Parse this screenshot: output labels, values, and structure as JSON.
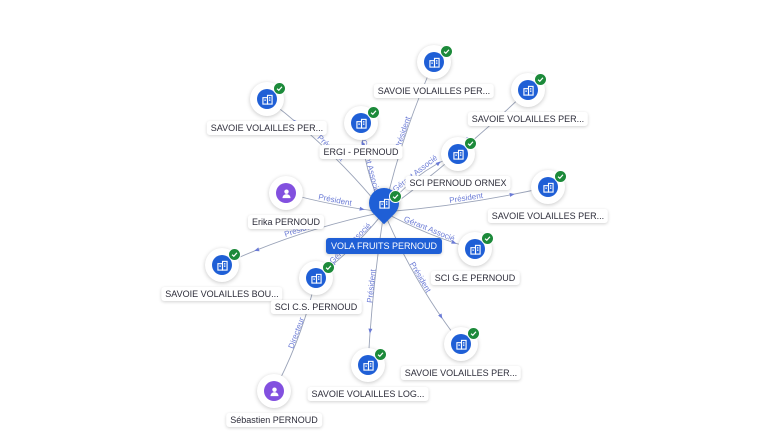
{
  "nodes": [
    {
      "id": "center",
      "type": "company",
      "label": "VOLA FRUITS PERNOUD",
      "verified": true,
      "main": true,
      "icon": "building-icon"
    },
    {
      "id": "n1",
      "type": "company",
      "label": "SAVOIE VOLAILLES PER...",
      "verified": true,
      "icon": "building-icon"
    },
    {
      "id": "n2",
      "type": "company",
      "label": "SAVOIE VOLAILLES PER...",
      "verified": true,
      "icon": "building-icon"
    },
    {
      "id": "n3",
      "type": "company",
      "label": "SAVOIE VOLAILLES PER...",
      "verified": true,
      "icon": "building-icon"
    },
    {
      "id": "n4",
      "type": "company",
      "label": "ERGI - PERNOUD",
      "verified": true,
      "icon": "building-icon"
    },
    {
      "id": "n5",
      "type": "company",
      "label": "SCI PERNOUD ORNEX",
      "verified": true,
      "icon": "building-icon"
    },
    {
      "id": "n6",
      "type": "company",
      "label": "SAVOIE VOLAILLES PER...",
      "verified": true,
      "icon": "building-icon"
    },
    {
      "id": "n7",
      "type": "person",
      "label": "Erika PERNOUD",
      "verified": false,
      "icon": "person-icon"
    },
    {
      "id": "n8",
      "type": "company",
      "label": "SCI G.E PERNOUD",
      "verified": true,
      "icon": "building-icon"
    },
    {
      "id": "n9",
      "type": "company",
      "label": "SAVOIE VOLAILLES BOU...",
      "verified": true,
      "icon": "building-icon"
    },
    {
      "id": "n10",
      "type": "company",
      "label": "SCI C.S. PERNOUD",
      "verified": true,
      "icon": "building-icon"
    },
    {
      "id": "n11",
      "type": "company",
      "label": "SAVOIE VOLAILLES PER...",
      "verified": true,
      "icon": "building-icon"
    },
    {
      "id": "n12",
      "type": "company",
      "label": "SAVOIE VOLAILLES LOG...",
      "verified": true,
      "icon": "building-icon"
    },
    {
      "id": "n13",
      "type": "person",
      "label": "Sébastien PERNOUD",
      "verified": false,
      "icon": "person-icon"
    }
  ],
  "edges": [
    {
      "from": "center",
      "to": "n1",
      "label": "Président"
    },
    {
      "from": "center",
      "to": "n2",
      "label": "Président"
    },
    {
      "from": "center",
      "to": "n3",
      "label": "Président"
    },
    {
      "from": "center",
      "to": "n4",
      "label": "Gérant Associé"
    },
    {
      "from": "center",
      "to": "n5",
      "label": "Gérant Associé"
    },
    {
      "from": "center",
      "to": "n6",
      "label": "Président"
    },
    {
      "from": "n7",
      "to": "center",
      "label": "Président"
    },
    {
      "from": "center",
      "to": "n8",
      "label": "Gérant Associé"
    },
    {
      "from": "center",
      "to": "n9",
      "label": "Président"
    },
    {
      "from": "center",
      "to": "n10",
      "label": "Gérant Associé"
    },
    {
      "from": "center",
      "to": "n11",
      "label": "Président"
    },
    {
      "from": "center",
      "to": "n12",
      "label": "Président"
    },
    {
      "from": "n13",
      "to": "n10",
      "label": "Directeur"
    }
  ],
  "colors": {
    "company": "#1f5fd6",
    "person": "#8250df",
    "verified": "#1c8a3a",
    "edge": "#9aa3b8",
    "edge_label": "#6b7bd6"
  }
}
